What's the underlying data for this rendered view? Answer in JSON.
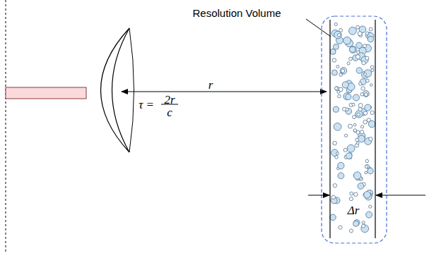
{
  "diagram": {
    "labels": [
      "Resolution Volume",
      "r",
      "τ =",
      "2r",
      "c",
      "Δr"
    ]
  }
}
